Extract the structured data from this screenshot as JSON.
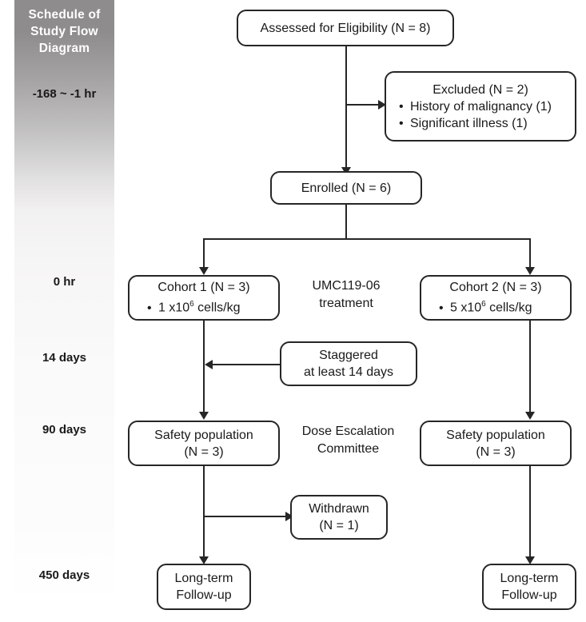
{
  "timeline": {
    "header": "Schedule  of Study Flow Diagram",
    "header_lines": [
      "Schedule  of",
      "Study Flow",
      "Diagram"
    ],
    "labels": [
      {
        "text": "-168 ~ -1 hr"
      },
      {
        "text": "0 hr"
      },
      {
        "text": "14 days"
      },
      {
        "text": "90 days"
      },
      {
        "text": "450 days"
      }
    ]
  },
  "nodes": {
    "assessed": {
      "text": "Assessed for Eligibility (N = 8)"
    },
    "excluded": {
      "title": "Excluded (N = 2)",
      "items": [
        "History of malignancy (1)",
        "Significant illness (1)"
      ]
    },
    "enrolled": {
      "text": "Enrolled (N = 6)"
    },
    "cohort1": {
      "title": "Cohort 1 (N = 3)",
      "dose_prefix": "1 x10",
      "dose_exp": "6",
      "dose_suffix": " cells/kg"
    },
    "cohort2": {
      "title": "Cohort 2 (N = 3)",
      "dose_prefix": "5 x10",
      "dose_exp": "6",
      "dose_suffix": " cells/kg"
    },
    "treatment_label": {
      "line1": "UMC119-06",
      "line2": "treatment"
    },
    "staggered": {
      "line1": "Staggered",
      "line2": "at least 14 days"
    },
    "safety1": {
      "line1": "Safety population",
      "line2": "(N = 3)"
    },
    "safety2": {
      "line1": "Safety population",
      "line2": "(N = 3)"
    },
    "dec_label": {
      "line1": "Dose Escalation",
      "line2": "Committee"
    },
    "withdrawn": {
      "line1": "Withdrawn",
      "line2": "(N = 1)"
    },
    "followup1": {
      "line1": "Long-term",
      "line2": "Follow-up"
    },
    "followup2": {
      "line1": "Long-term",
      "line2": "Follow-up"
    }
  },
  "colors": {
    "stroke": "#262626",
    "sidebar_top": "#8e8c8c",
    "sidebar_bottom": "#ffffff",
    "text": "#1a1a1a"
  }
}
